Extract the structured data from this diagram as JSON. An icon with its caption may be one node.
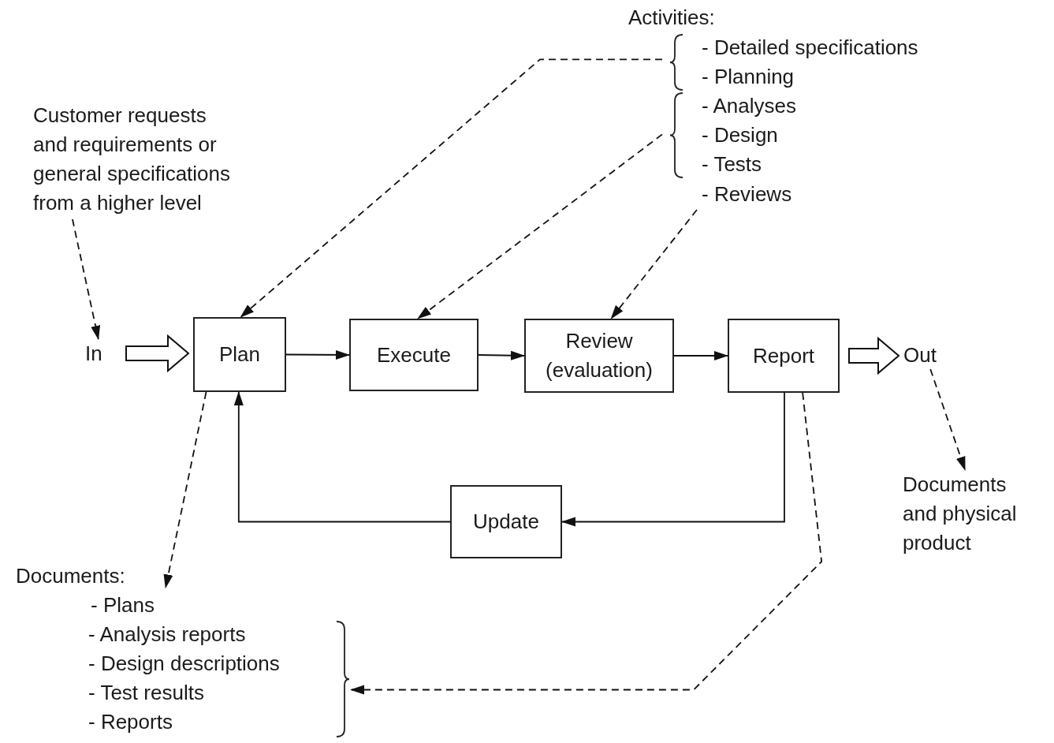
{
  "diagram": {
    "nodes": [
      {
        "text": [
          "In"
        ]
      },
      {
        "text": [
          "Plan"
        ]
      },
      {
        "text": [
          "Execute"
        ]
      },
      {
        "text": [
          "Review (evaluation)"
        ]
      },
      {
        "text": [
          "Report"
        ]
      },
      {
        "text": [
          "Out"
        ]
      },
      {
        "text": [
          "Update"
        ]
      },
      {
        "text": [
          "Customer requests and requirements or general specifications from a higher level"
        ]
      },
      {
        "text": [
          "- Detailed specifications",
          "- Planning"
        ]
      },
      {
        "text": [
          "- Analyses",
          "- Design",
          "- Tests"
        ]
      },
      {
        "text": [
          "- Reviews"
        ]
      },
      {
        "text": [
          "Documents:",
          "- Plans"
        ]
      },
      {
        "text": [
          "- Analysis reports",
          "- Design descriptions",
          "- Test results",
          "- Reports"
        ]
      },
      {
        "text": [
          "Documents and physical product"
        ]
      }
    ],
    "edges": [
      {
        "from": 7,
        "to": 0,
        "arrow": "to",
        "style": "dashed"
      },
      {
        "from": 8,
        "to": 1,
        "arrow": "to",
        "style": "dashed"
      },
      {
        "from": 9,
        "to": 2,
        "arrow": "to",
        "style": "dashed"
      },
      {
        "from": 10,
        "to": 3,
        "arrow": "to",
        "style": "dashed"
      },
      {
        "from": 0,
        "to": 1,
        "arrow": "to",
        "style": "thick"
      },
      {
        "from": 1,
        "to": 2,
        "arrow": "to"
      },
      {
        "from": 2,
        "to": 3,
        "arrow": "to"
      },
      {
        "from": 3,
        "to": 4,
        "arrow": "to"
      },
      {
        "from": 4,
        "to": 5,
        "arrow": "to",
        "style": "thick"
      },
      {
        "from": 4,
        "to": 6,
        "arrow": "to"
      },
      {
        "from": 6,
        "to": 1,
        "arrow": "to"
      },
      {
        "from": 1,
        "to": 11,
        "arrow": "to",
        "style": "dashed"
      },
      {
        "from": 4,
        "to": 12,
        "arrow": "to",
        "style": "dashed"
      },
      {
        "from": 5,
        "to": 13,
        "arrow": "to",
        "style": "dashed"
      }
    ],
    "labels": [
      "Activities:"
    ]
  }
}
